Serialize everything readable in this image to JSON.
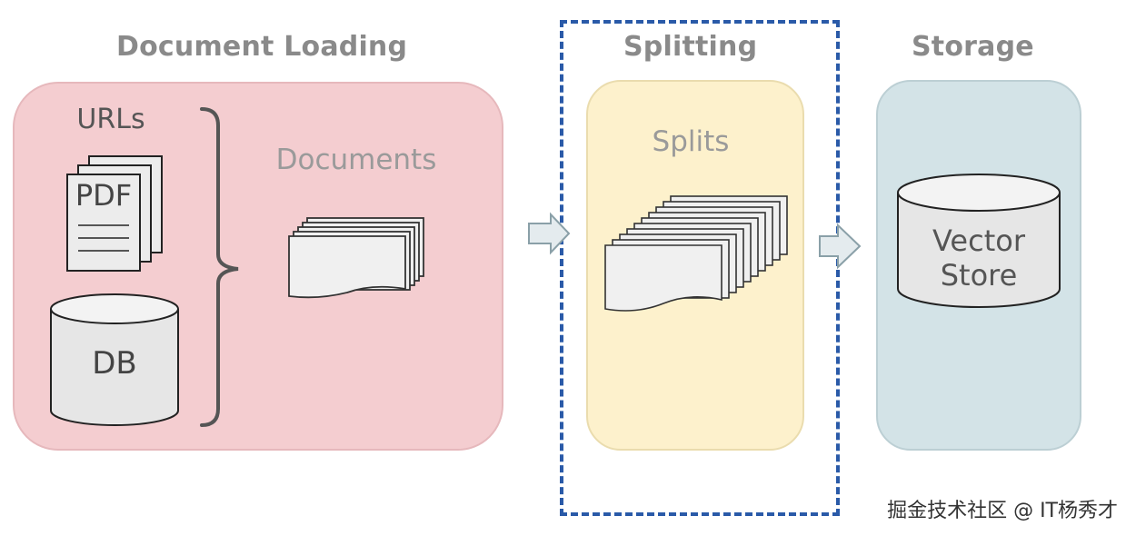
{
  "sections": {
    "loading": {
      "title": "Document Loading",
      "urls_label": "URLs",
      "pdf_label": "PDF",
      "db_label": "DB",
      "documents_label": "Documents"
    },
    "splitting": {
      "title": "Splitting",
      "splits_label": "Splits"
    },
    "storage": {
      "title": "Storage",
      "vector_store_line1": "Vector",
      "vector_store_line2": "Store"
    }
  },
  "colors": {
    "loading_panel": "#f4cdd0",
    "splitting_panel": "#fdf1cc",
    "storage_panel": "#d3e3e7",
    "highlight_border": "#2a5aa8"
  },
  "watermark": "掘金技术社区 @ IT杨秀才"
}
